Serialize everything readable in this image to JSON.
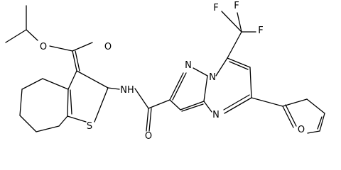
{
  "molecule": {
    "atoms": {
      "o_ester": "O",
      "o_carbonyl": "O",
      "nh": "NH",
      "s": "S",
      "o_amide": "O",
      "n_pyrazole": "N",
      "n_bridge": "N",
      "n_pyrimidine": "N",
      "o_furan": "O",
      "f1": "F",
      "f2": "F",
      "f3": "F"
    },
    "colors": {
      "bonds": "#000000",
      "labels": "#000000",
      "background": "#ffffff"
    }
  }
}
